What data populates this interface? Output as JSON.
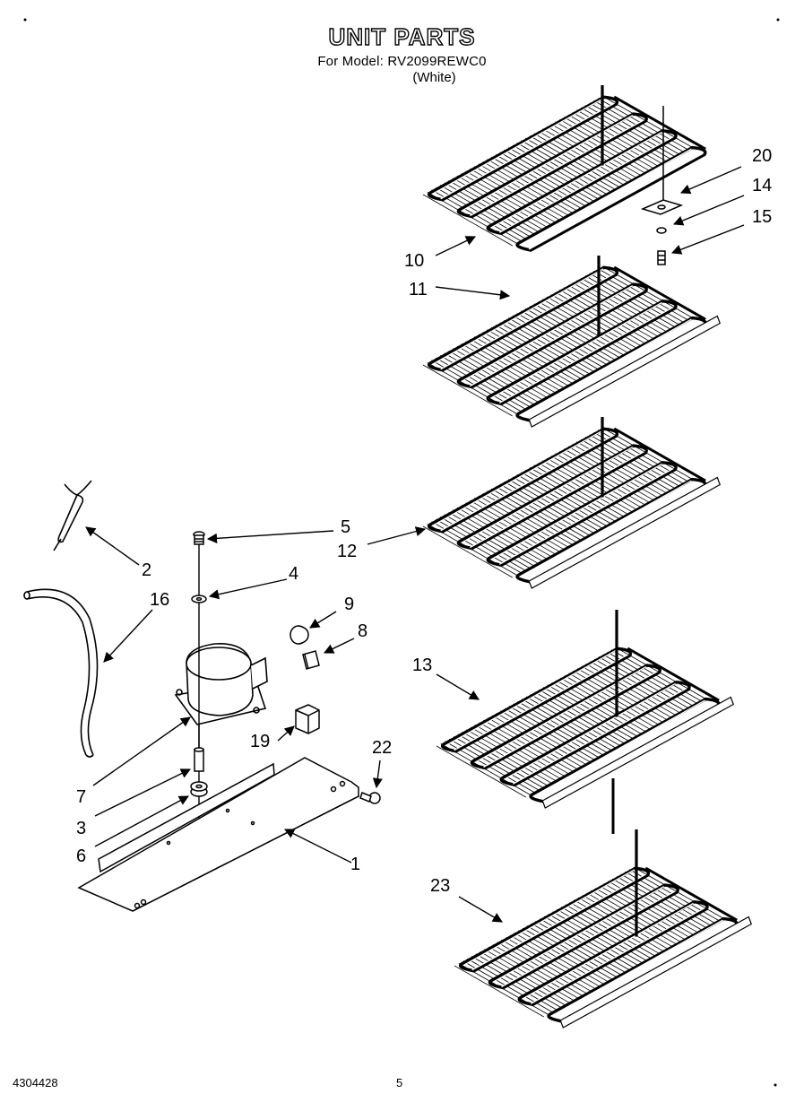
{
  "header": {
    "title": "UNIT PARTS",
    "model_line": "For Model: RV2099REWC0",
    "color_line": "(White)"
  },
  "footer": {
    "doc_number": "4304428",
    "page_number": "5"
  },
  "callouts": [
    "1",
    "2",
    "3",
    "4",
    "5",
    "6",
    "7",
    "8",
    "9",
    "10",
    "11",
    "12",
    "13",
    "14",
    "15",
    "16",
    "19",
    "20",
    "22",
    "23"
  ]
}
